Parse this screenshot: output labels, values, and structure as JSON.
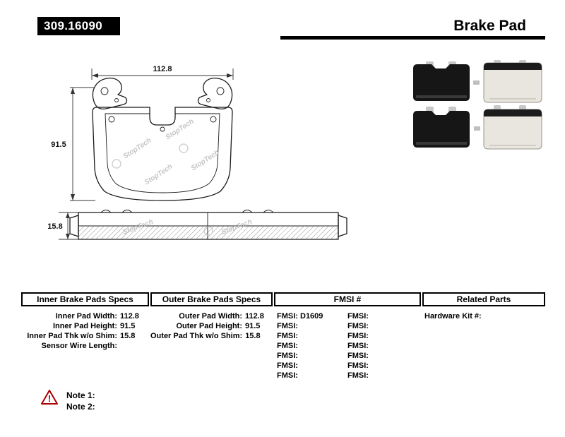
{
  "header": {
    "part_number": "309.16090",
    "title": "Brake Pad"
  },
  "drawing": {
    "dim_width": "112.8",
    "dim_height": "91.5",
    "dim_thickness": "15.8",
    "watermark": "StopTech"
  },
  "table": {
    "inner": {
      "header": "Inner Brake Pads Specs",
      "rows": [
        {
          "label": "Inner Pad Width:",
          "value": "112.8"
        },
        {
          "label": "Inner Pad Height:",
          "value": "91.5"
        },
        {
          "label": "Inner Pad Thk w/o Shim:",
          "value": "15.8"
        },
        {
          "label": "Sensor Wire Length:",
          "value": ""
        }
      ]
    },
    "outer": {
      "header": "Outer Brake Pads Specs",
      "rows": [
        {
          "label": "Outer Pad Width:",
          "value": "112.8"
        },
        {
          "label": "Outer Pad Height:",
          "value": "91.5"
        },
        {
          "label": "Outer Pad Thk w/o Shim:",
          "value": "15.8"
        }
      ]
    },
    "fmsi": {
      "header": "FMSI #",
      "left": [
        "FMSI: D1609",
        "FMSI:",
        "FMSI:",
        "FMSI:",
        "FMSI:",
        "FMSI:",
        "FMSI:"
      ],
      "right": [
        "FMSI:",
        "FMSI:",
        "FMSI:",
        "FMSI:",
        "FMSI:",
        "FMSI:",
        "FMSI:"
      ]
    },
    "related": {
      "header": "Related Parts",
      "rows": [
        "Hardware Kit #:"
      ]
    }
  },
  "notes": {
    "warning_glyph": "!",
    "items": [
      "Note 1:",
      "Note 2:"
    ]
  }
}
